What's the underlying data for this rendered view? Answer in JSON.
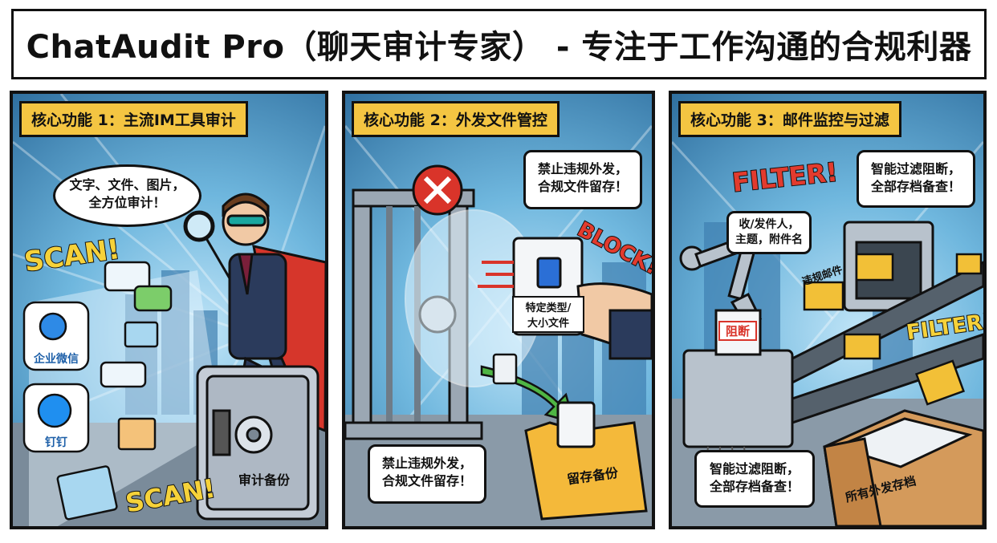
{
  "title": "ChatAudit Pro（聊天审计专家） - 专注于工作沟通的合规利器",
  "panels": [
    {
      "caption": "核心功能 1：主流IM工具审计",
      "bubble_line1": "文字、文件、图片，",
      "bubble_line2": "全方位审计！",
      "sfx1": "SCAN!",
      "sfx2": "SCAN!",
      "app1": "企业微信",
      "app2": "钉钉",
      "safe_label": "审计备份"
    },
    {
      "caption": "核心功能 2：外发文件管控",
      "bubble_top_line1": "禁止违规外发，",
      "bubble_top_line2": "合规文件留存！",
      "sfx": "BLOCK!",
      "doc_label_line1": "特定类型/",
      "doc_label_line2": "大小文件",
      "bubble_bottom_line1": "禁止违规外发，",
      "bubble_bottom_line2": "合规文件留存！",
      "folder_label": "留存备份"
    },
    {
      "caption": "核心功能 3：邮件监控与过滤",
      "sfx1": "FILTER!",
      "sfx2": "FILTER!",
      "bubble_top_line1": "智能过滤阻断，",
      "bubble_top_line2": "全部存档备查！",
      "meta_line1": "收/发件人，",
      "meta_line2": "主题，附件名",
      "violation_label": "违规邮件",
      "block_stamp": "阻断",
      "bubble_bottom_line1": "智能过滤阻断，",
      "bubble_bottom_line2": "全部存档备查！",
      "box_label": "所有外发存档"
    }
  ],
  "colors": {
    "caption_bg": "#f4c542",
    "sky": "#6fb7de",
    "sfx_yellow": "#f6d23a",
    "sfx_red": "#e23b2e",
    "envelope": "#f2c037"
  }
}
